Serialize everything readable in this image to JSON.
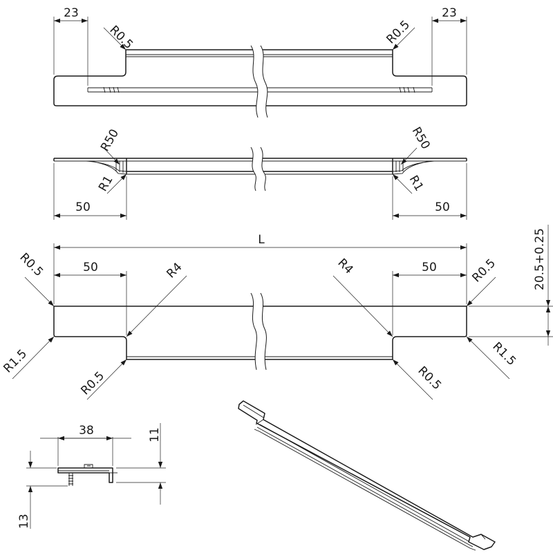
{
  "views": {
    "top": {
      "dim_left_width": "23",
      "dim_right_width": "23",
      "radius_left": "R0.5",
      "radius_right": "R0.5"
    },
    "middle": {
      "radius_left_large": "R50",
      "radius_right_large": "R50",
      "radius_left_small": "R1",
      "radius_right_small": "R1",
      "dim_left_length": "50",
      "dim_right_length": "50"
    },
    "front": {
      "dim_total_length": "L",
      "dim_height": "20.5+0.25",
      "dim_left_length": "50",
      "dim_right_length": "50",
      "radius_top_left": "R0.5",
      "radius_top_right": "R0.5",
      "radius_inner_left": "R4",
      "radius_inner_right": "R4",
      "radius_bottom_left": "R1.5",
      "radius_bottom_right": "R1.5",
      "radius_step_left": "R0.5",
      "radius_step_right": "R0.5"
    },
    "profile": {
      "dim_width": "38",
      "dim_height_upper": "11",
      "dim_height_lower": "13"
    }
  }
}
